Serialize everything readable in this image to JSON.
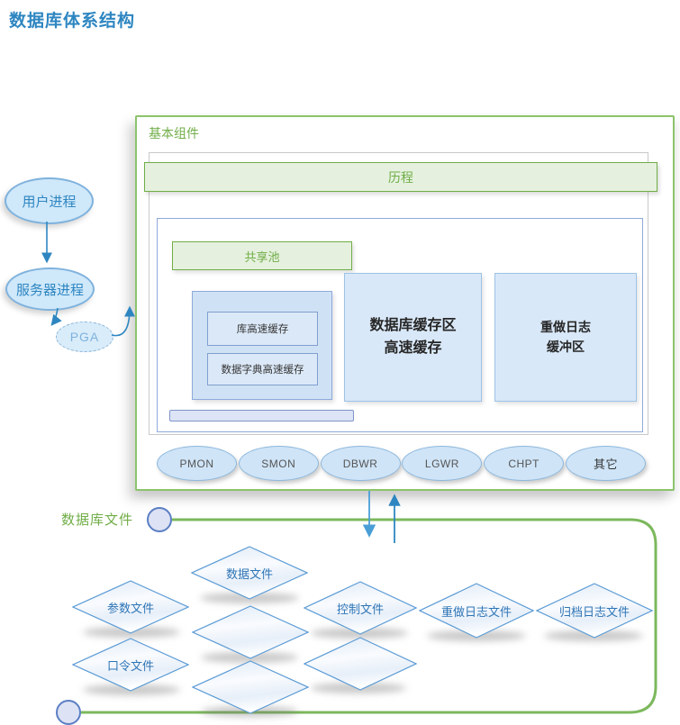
{
  "page_title": "数据库体系结构",
  "basic_components": {
    "label": "基本组件",
    "process_bar_label": "历程",
    "shared_pool_label": "共享池",
    "library_cache_label": "库高速缓存",
    "dictionary_cache_label": "数据字典高速缓存",
    "buffer_cache_line1": "数据库缓存区",
    "buffer_cache_line2": "高速缓存",
    "redo_buffer_line1": "重做日志",
    "redo_buffer_line2": "缓冲区",
    "background_processes": [
      "PMON",
      "SMON",
      "DBWR",
      "LGWR",
      "CHPT",
      "其它"
    ]
  },
  "client_flow": {
    "user_process_label": "用户进程",
    "server_process_label": "服务器进程",
    "pga_label": "PGA"
  },
  "database_files": {
    "label": "数据库文件",
    "diamonds": [
      {
        "label": "数据文件"
      },
      {
        "label": "参数文件"
      },
      {
        "label": "控制文件"
      },
      {
        "label": "重做日志文件"
      },
      {
        "label": "归档日志文件"
      },
      {
        "label": "口令文件"
      },
      {
        "label": ""
      },
      {
        "label": ""
      },
      {
        "label": ""
      }
    ]
  },
  "colors": {
    "title_blue": "#2e86c1",
    "green_border": "#8cc36c",
    "green_text": "#70ad47",
    "green_fill": "#e5f1de",
    "blue_box_fill": "#d9e8f8",
    "blue_box_border": "#9dc3e6",
    "ellipse_fill": "#cfe4f7",
    "diamond_text": "#2e75b6",
    "arrow_blue": "#2e86c1",
    "connector_green": "#7cb85c"
  }
}
